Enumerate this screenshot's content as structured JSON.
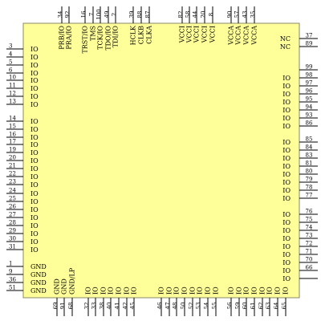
{
  "chip": {
    "left_pins": [
      {
        "num": "3",
        "label": "IO"
      },
      {
        "num": "4",
        "label": "IO"
      },
      {
        "num": "5",
        "label": "IO"
      },
      {
        "num": "6",
        "label": "IO"
      },
      {
        "num": "10",
        "label": "IO"
      },
      {
        "num": "11",
        "label": "IO"
      },
      {
        "num": "12",
        "label": "IO"
      },
      {
        "num": "13",
        "label": "IO"
      },
      {
        "num": "14",
        "label": "IO"
      },
      {
        "num": "15",
        "label": "IO"
      },
      {
        "num": "16",
        "label": "IO"
      },
      {
        "num": "17",
        "label": "IO"
      },
      {
        "num": "19",
        "label": "IO"
      },
      {
        "num": "20",
        "label": "IO"
      },
      {
        "num": "21",
        "label": "IO"
      },
      {
        "num": "22",
        "label": "IO"
      },
      {
        "num": "23",
        "label": "IO"
      },
      {
        "num": "24",
        "label": "IO"
      },
      {
        "num": "25",
        "label": "IO"
      },
      {
        "num": "26",
        "label": "IO"
      },
      {
        "num": "27",
        "label": "IO"
      },
      {
        "num": "28",
        "label": "IO"
      },
      {
        "num": "29",
        "label": "IO"
      },
      {
        "num": "30",
        "label": "IO"
      },
      {
        "num": "31",
        "label": "IO"
      },
      {
        "num": "1",
        "label": "GND"
      },
      {
        "num": "9",
        "label": "GND"
      },
      {
        "num": "36",
        "label": "GND"
      },
      {
        "num": "51",
        "label": "GND"
      }
    ],
    "right_pins": [
      {
        "num": "37",
        "label": "NC"
      },
      {
        "num": "89",
        "label": "NC"
      },
      {
        "num": "99",
        "label": ""
      },
      {
        "num": "98",
        "label": "IO"
      },
      {
        "num": "97",
        "label": "IO"
      },
      {
        "num": "96",
        "label": "IO"
      },
      {
        "num": "95",
        "label": "IO"
      },
      {
        "num": "94",
        "label": "IO"
      },
      {
        "num": "93",
        "label": "IO"
      },
      {
        "num": "86",
        "label": "IO"
      },
      {
        "num": "85",
        "label": "IO"
      },
      {
        "num": "84",
        "label": "IO"
      },
      {
        "num": "83",
        "label": "IO"
      },
      {
        "num": "81",
        "label": "IO"
      },
      {
        "num": "80",
        "label": "IO"
      },
      {
        "num": "79",
        "label": "IO"
      },
      {
        "num": "78",
        "label": "IO"
      },
      {
        "num": "77",
        "label": "IO"
      },
      {
        "num": "76",
        "label": "IO"
      },
      {
        "num": "75",
        "label": "IO"
      },
      {
        "num": "74",
        "label": "IO"
      },
      {
        "num": "73",
        "label": "IO"
      },
      {
        "num": "72",
        "label": "IO"
      },
      {
        "num": "71",
        "label": "IO"
      },
      {
        "num": "70",
        "label": "IO"
      },
      {
        "num": "66",
        "label": "IO"
      },
      {
        "num": "",
        "label": "IO"
      }
    ],
    "top_pins": [
      {
        "num": "34",
        "label": "PRB/IO"
      },
      {
        "num": "92",
        "label": "PRA/IO"
      },
      {
        "num": "16",
        "label": "TRST/IO"
      },
      {
        "num": "7",
        "label": "TMS"
      },
      {
        "num": "100",
        "label": "TCK/IO"
      },
      {
        "num": "49",
        "label": "TDO/IO"
      },
      {
        "num": "2",
        "label": "TDI/IO"
      },
      {
        "num": "39",
        "label": "HCLK"
      },
      {
        "num": "88",
        "label": "CLKB"
      },
      {
        "num": "87",
        "label": "CLKA"
      },
      {
        "num": "82",
        "label": "VCCI"
      },
      {
        "num": "58",
        "label": "VCCI"
      },
      {
        "num": "44",
        "label": "VCCI"
      },
      {
        "num": "20",
        "label": "VCCI"
      },
      {
        "num": "8",
        "label": "VCCI"
      },
      {
        "num": "90",
        "label": "VCCA"
      },
      {
        "num": "57",
        "label": "VCCA"
      },
      {
        "num": "43",
        "label": "VCCA"
      },
      {
        "num": "35",
        "label": "VCCA"
      }
    ],
    "bottom_pins": [
      {
        "num": "69",
        "label": "GND"
      },
      {
        "num": "91",
        "label": "GND"
      },
      {
        "num": "68",
        "label": "GND/LP"
      },
      {
        "num": "32",
        "label": "IO"
      },
      {
        "num": "33",
        "label": "IO"
      },
      {
        "num": "38",
        "label": "IO"
      },
      {
        "num": "40",
        "label": "IO"
      },
      {
        "num": "41",
        "label": "IO"
      },
      {
        "num": "42",
        "label": "IO"
      },
      {
        "num": "45",
        "label": "IO"
      },
      {
        "num": "46",
        "label": "IO"
      },
      {
        "num": "47",
        "label": "IO"
      },
      {
        "num": "48",
        "label": "IO"
      },
      {
        "num": "50",
        "label": "IO"
      },
      {
        "num": "52",
        "label": "IO"
      },
      {
        "num": "53",
        "label": "IO"
      },
      {
        "num": "54",
        "label": "IO"
      },
      {
        "num": "55",
        "label": "IO"
      },
      {
        "num": "56",
        "label": "IO"
      },
      {
        "num": "59",
        "label": "IO"
      },
      {
        "num": "60",
        "label": "IO"
      },
      {
        "num": "61",
        "label": "IO"
      },
      {
        "num": "62",
        "label": "IO"
      },
      {
        "num": "63",
        "label": "IO"
      },
      {
        "num": "64",
        "label": "IO"
      },
      {
        "num": "65",
        "label": "IO"
      }
    ]
  },
  "colors": {
    "body_fill": "#ffff99",
    "body_stroke": "#888866",
    "pin_line": "#000000",
    "text": "#000000"
  }
}
